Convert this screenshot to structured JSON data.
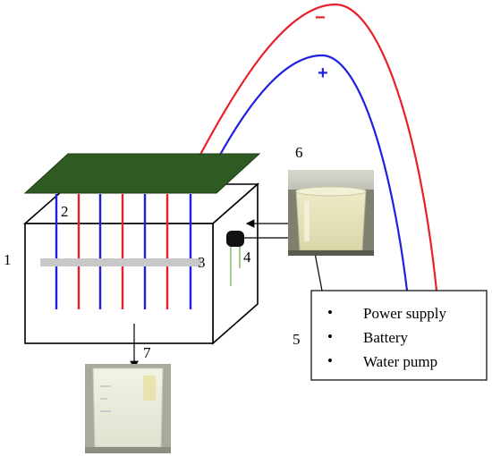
{
  "labels": {
    "n1": "1",
    "n2": "2",
    "n3": "3",
    "n4": "4",
    "n5": "5",
    "n6": "6",
    "n7": "7"
  },
  "polarity": {
    "negative": "−",
    "positive": "+"
  },
  "components": {
    "items": [
      "Power supply",
      "Battery",
      "Water pump"
    ],
    "bullet": "•"
  },
  "colors": {
    "negative_wire": "#e8202a",
    "positive_wire": "#2020e0",
    "lid": "#2f5a22",
    "rod": "#c8c8c8",
    "box_stroke": "#000000"
  }
}
